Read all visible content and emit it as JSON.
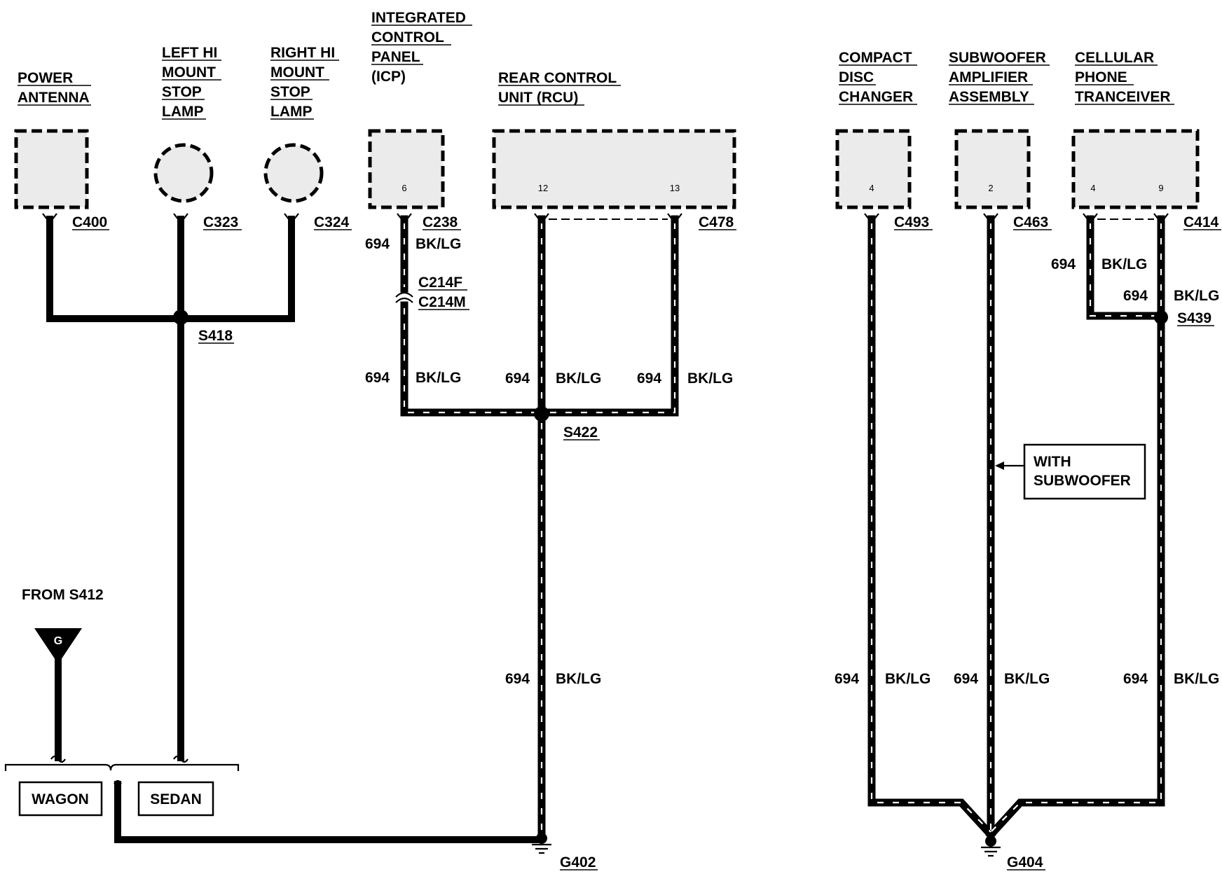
{
  "components": {
    "power_antenna": [
      "POWER",
      "ANTENNA"
    ],
    "left_hi_mount_stop_lamp": [
      "LEFT HI",
      "MOUNT",
      "STOP",
      "LAMP"
    ],
    "right_hi_mount_stop_lamp": [
      "RIGHT HI",
      "MOUNT",
      "STOP",
      "LAMP"
    ],
    "integrated_control_panel": [
      "INTEGRATED",
      "CONTROL",
      "PANEL",
      "(ICP)"
    ],
    "rear_control_unit": [
      "REAR CONTROL",
      "UNIT (RCU)"
    ],
    "compact_disc_changer": [
      "COMPACT",
      "DISC",
      "CHANGER"
    ],
    "subwoofer_amplifier_assembly": [
      "SUBWOOFER",
      "AMPLIFIER",
      "ASSEMBLY"
    ],
    "cellular_phone_tranceiver": [
      "CELLULAR",
      "PHONE",
      "TRANCEIVER"
    ]
  },
  "connectors": {
    "c400": "C400",
    "c323": "C323",
    "c324": "C324",
    "c238": "C238",
    "c478": "C478",
    "c493": "C493",
    "c463": "C463",
    "c414": "C414",
    "c214f": "C214F",
    "c214m": "C214M"
  },
  "splices": {
    "s418": "S418",
    "s422": "S422",
    "s439": "S439"
  },
  "grounds": {
    "g402": "G402",
    "g404": "G404"
  },
  "pins": {
    "icp": "6",
    "rcu_a": "12",
    "rcu_b": "13",
    "cd": "4",
    "sub": "2",
    "cell_a": "4",
    "cell_b": "9"
  },
  "circuit": {
    "number": "694",
    "color": "BK/LG"
  },
  "notes": {
    "from_s412": "FROM S412",
    "ground_symbol": "G",
    "wagon": "WAGON",
    "sedan": "SEDAN",
    "with_subwoofer": [
      "WITH",
      "SUBWOOFER"
    ]
  }
}
